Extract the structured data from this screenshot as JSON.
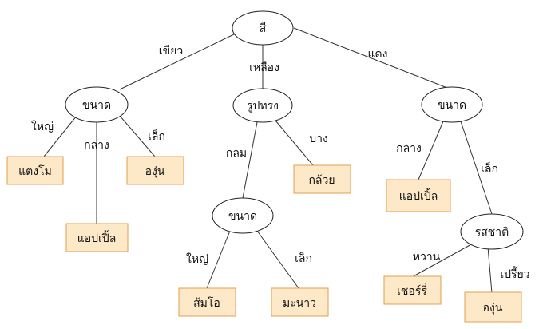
{
  "colors": {
    "leaf_fill": "#fde8c8",
    "leaf_border": "#e0a050",
    "node_fill": "#ffffff",
    "node_border": "#222222",
    "edge": "#333333"
  },
  "tree": {
    "root": {
      "label": "สี",
      "branches": [
        {
          "edge_label": "เขียว",
          "node": {
            "label": "ขนาด",
            "branches": [
              {
                "edge_label": "ใหญ่",
                "leaf": "แตงโม"
              },
              {
                "edge_label": "กลาง",
                "leaf": "แอปเปิ้ล"
              },
              {
                "edge_label": "เล็ก",
                "leaf": "องุ่น"
              }
            ]
          }
        },
        {
          "edge_label": "เหลือง",
          "node": {
            "label": "รูปทรง",
            "branches": [
              {
                "edge_label": "กลม",
                "node": {
                  "label": "ขนาด",
                  "branches": [
                    {
                      "edge_label": "ใหญ่",
                      "leaf": "ส้มโอ"
                    },
                    {
                      "edge_label": "เล็ก",
                      "leaf": "มะนาว"
                    }
                  ]
                }
              },
              {
                "edge_label": "บาง",
                "leaf": "กล้วย"
              }
            ]
          }
        },
        {
          "edge_label": "แดง",
          "node": {
            "label": "ขนาด",
            "branches": [
              {
                "edge_label": "กลาง",
                "leaf": "แอปเปิ้ล"
              },
              {
                "edge_label": "เล็ก",
                "node": {
                  "label": "รสชาติ",
                  "branches": [
                    {
                      "edge_label": "หวาน",
                      "leaf": "เชอร์รี่"
                    },
                    {
                      "edge_label": "เปรี้ยว",
                      "leaf": "องุ่น"
                    }
                  ]
                }
              }
            ]
          }
        }
      ]
    }
  }
}
